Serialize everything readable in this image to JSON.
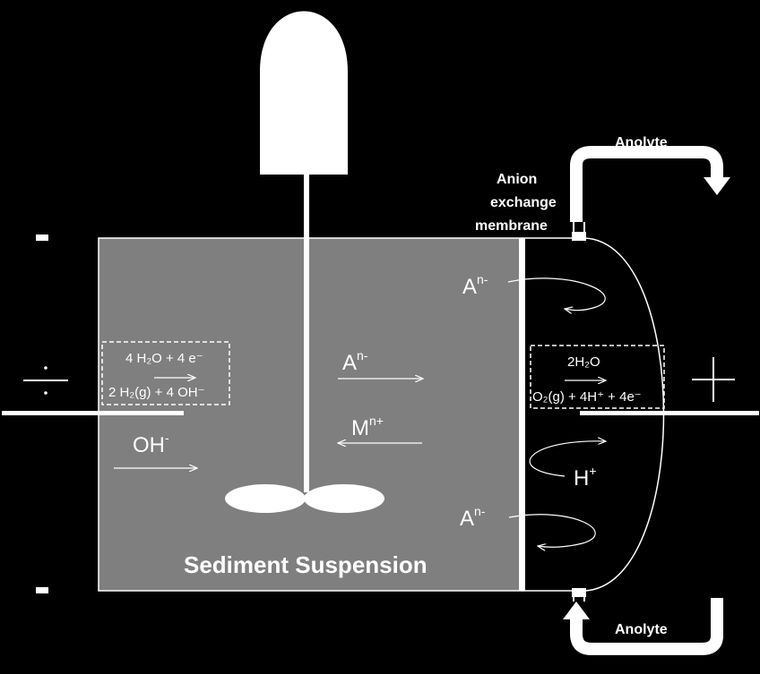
{
  "labels": {
    "anolyte_top": "Anolyte",
    "anolyte_bottom": "Anolyte",
    "membrane_line1": "Anion",
    "membrane_line2": "exchange",
    "membrane_line3": "membrane",
    "sediment": "Sediment Suspension"
  },
  "cathode_reaction": {
    "top": "4 H₂O + 4 e⁻",
    "bottom": "2 H₂(g) + 4 OH⁻"
  },
  "anode_reaction": {
    "top": "2H₂O",
    "bottom": "O₂(g) + 4H⁺ + 4e⁻"
  },
  "ions": {
    "anion_top_base": "A",
    "anion_top_sup": "n-",
    "anion_mid_base": "A",
    "anion_mid_sup": "n-",
    "cation_base": "M",
    "cation_sup": "n+",
    "hydroxide_base": "OH",
    "hydroxide_sup": "-",
    "proton_base": "H",
    "proton_sup": "+",
    "anion_bottom_base": "A",
    "anion_bottom_sup": "n-"
  },
  "colors": {
    "background": "#000000",
    "sediment_fill": "#7f7f7f",
    "lines": "#ffffff"
  },
  "icons": {
    "negative_terminal": "minus-icon",
    "positive_terminal": "plus-icon",
    "stirrer": "stirrer-motor-icon"
  }
}
